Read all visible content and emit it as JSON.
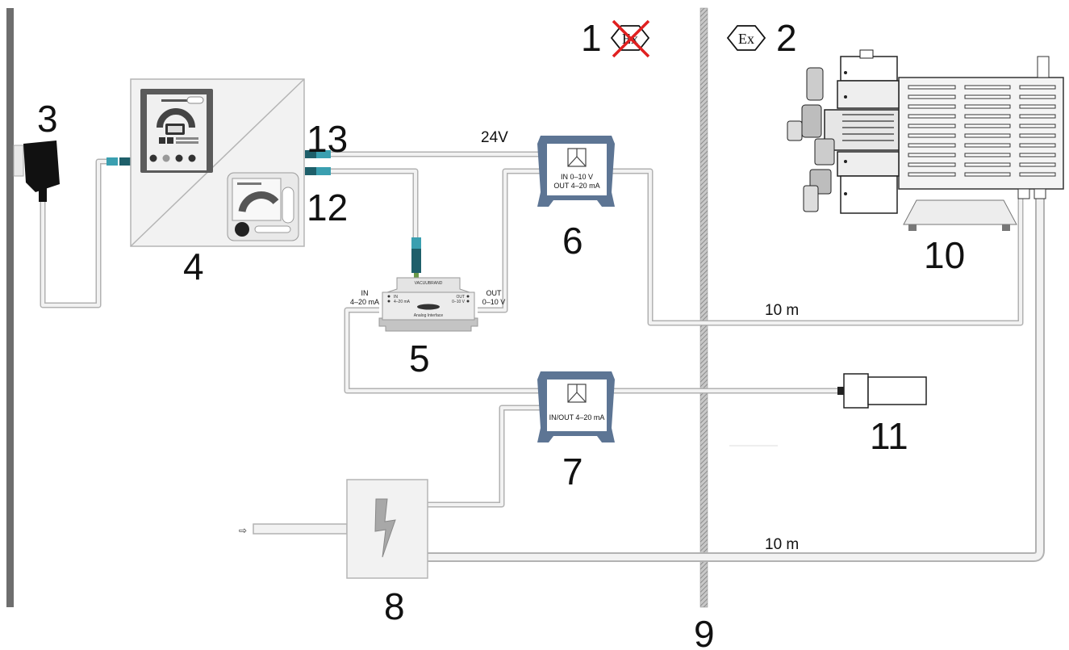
{
  "callouts": {
    "n1": "1",
    "n2": "2",
    "n3": "3",
    "n4": "4",
    "n5": "5",
    "n6": "6",
    "n7": "7",
    "n8": "8",
    "n9": "9",
    "n10": "10",
    "n11": "11",
    "n12": "12",
    "n13": "13"
  },
  "cable_labels": {
    "voltage": "24V",
    "length_upper": "10 m",
    "length_lower": "10 m"
  },
  "converter": {
    "in_label": "IN",
    "in_range": "4–20 mA",
    "out_label": "OUT",
    "out_range": "0–10 V",
    "brand": "VACUUBRAND",
    "subtitle": "Analog Interface",
    "tag_in": "IN",
    "tag_in_range": "4–20 mA",
    "tag_out": "OUT",
    "tag_out_range": "0–10 V"
  },
  "isolator_6": {
    "line1": "IN 0–10 V",
    "line2": "OUT 4–20 mA"
  },
  "isolator_7": {
    "line1": "IN/OUT 4–20 mA"
  },
  "symbols": {
    "ex_text": "Ex",
    "supply_arrow": "⇨"
  },
  "colors": {
    "wall": "#6e6e6e",
    "barrier": "#9a9a9a",
    "isolator_body": "#5d7594",
    "cable_outline": "#b2b2b2",
    "connector_teal": "#3a9fb0",
    "forbidden_red": "#e02020"
  }
}
